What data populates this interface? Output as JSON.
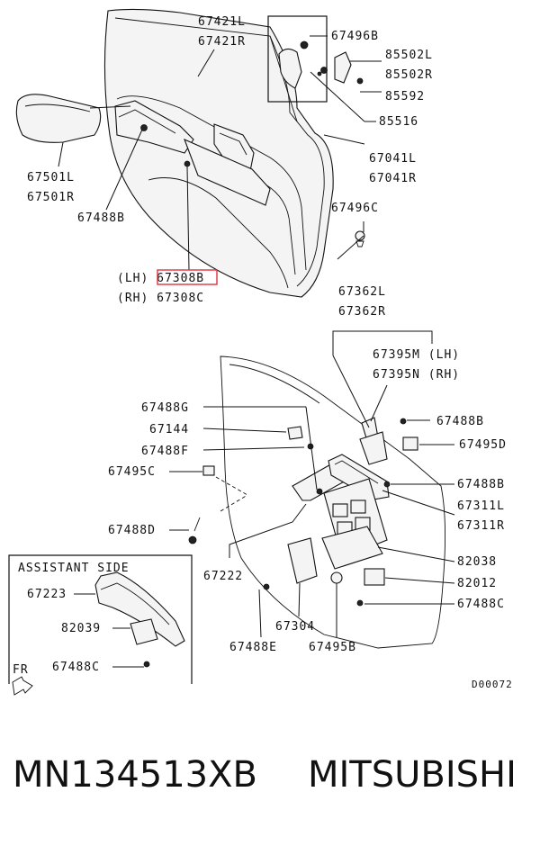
{
  "labels": {
    "l67421": [
      "67421L",
      "67421R"
    ],
    "l67496b": "67496B",
    "l85502": [
      "85502L",
      "85502R"
    ],
    "l85592": "85592",
    "l85516": "85516",
    "l67041": [
      "67041L",
      "67041R"
    ],
    "l67501": [
      "67501L",
      "67501R"
    ],
    "l67488b_top": "67488B",
    "l67496c": "67496C",
    "l67308": [
      "(LH) 67308B",
      "(RH) 67308C"
    ],
    "l67362": [
      "67362L",
      "67362R"
    ],
    "l67395": [
      "67395M (LH)",
      "67395N (RH)"
    ],
    "l67488g": "67488G",
    "l67144": "67144",
    "l67488f": "67488F",
    "l67495c": "67495C",
    "l67488d": "67488D",
    "l67222": "67222",
    "l67488b_r1": "67488B",
    "l67495d": "67495D",
    "l67488b_r2": "67488B",
    "l67311": [
      "67311L",
      "67311R"
    ],
    "l82038": "82038",
    "l82012": "82012",
    "l67488c_r": "67488C",
    "l67304": "67304",
    "l67488e": "67488E",
    "l67495b": "67495B",
    "assistant_side": "ASSISTANT SIDE",
    "l67223": "67223",
    "l82039": "82039",
    "l67488c_a": "67488C",
    "fr": "FR",
    "diagram_id": "D00072"
  },
  "highlight_color": "#e0303a",
  "footer": {
    "part_number": "MN134513XB",
    "brand": "MITSUBISHI"
  }
}
